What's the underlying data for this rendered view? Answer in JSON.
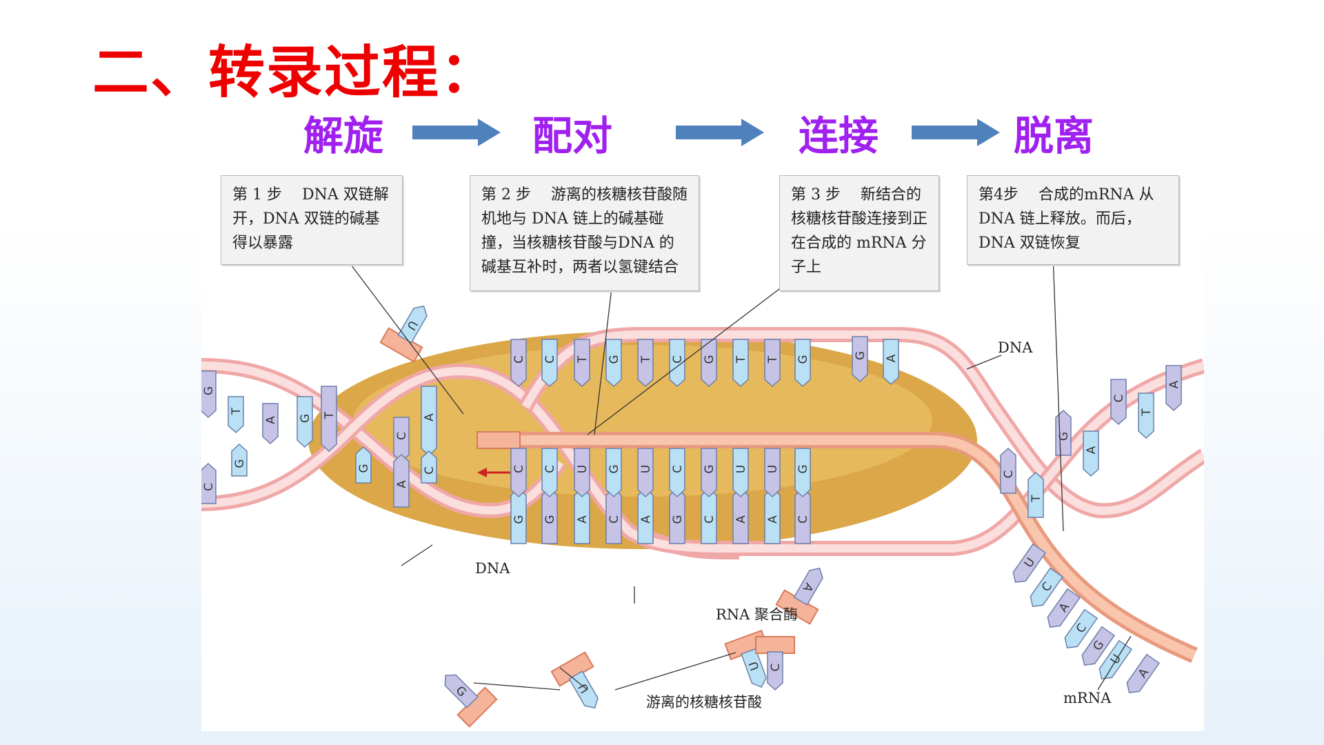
{
  "title": "二、转录过程：",
  "steps": [
    {
      "label": "解旋"
    },
    {
      "label": "配对"
    },
    {
      "label": "连接"
    },
    {
      "label": "脱离"
    }
  ],
  "colors": {
    "title": "#ee0000",
    "step_label": "#a020f0",
    "arrow": "#4f81bd",
    "dna_strand": "#f4b6b6",
    "mrna_strand": "#f5b39a",
    "nucleotide_blue": "#b9e0f5",
    "nucleotide_purple": "#c7c3e6",
    "polymerase": "#d9a23e"
  },
  "boxes": [
    {
      "text": "第 1 步　 DNA 双链解开，DNA 双链的碱基得以暴露"
    },
    {
      "text": "第 2 步　 游离的核糖核苷酸随机地与 DNA 链上的碱基碰撞，当核糖核苷酸与DNA 的碱基互补时，两者以氢键结合"
    },
    {
      "text": "第 3 步　 新结合的核糖核苷酸连接到正在合成的 mRNA 分子上"
    },
    {
      "text": "第4步　 合成的mRNA 从 DNA 链上释放。而后，DNA 双链恢复"
    }
  ],
  "labels": {
    "dna_right": "DNA",
    "dna_left": "DNA",
    "rna_polymerase": "RNA 聚合酶",
    "free_nucleotides": "游离的核糖核苷酸",
    "mrna": "mRNA"
  },
  "bases": {
    "top_strand": [
      "C",
      "C",
      "T",
      "G",
      "T",
      "C",
      "G",
      "T",
      "T",
      "G"
    ],
    "template_strand": [
      "G",
      "G",
      "A",
      "C",
      "A",
      "G",
      "C",
      "A",
      "A",
      "C"
    ],
    "mrna_in_bubble": [
      "C",
      "C",
      "U",
      "G",
      "U",
      "C",
      "G",
      "U",
      "U",
      "G"
    ],
    "left_helix": [
      "G",
      "T",
      "A",
      "G",
      "T",
      "G",
      "C",
      "A",
      "C",
      "G",
      "A",
      "C"
    ],
    "right_helix": [
      "G",
      "A",
      "C",
      "T",
      "G",
      "A",
      "C",
      "T",
      "A"
    ],
    "mrna_tail": [
      "U",
      "C",
      "A",
      "C",
      "G",
      "U",
      "A"
    ],
    "free": [
      "U",
      "G",
      "U",
      "A",
      "U",
      "C"
    ]
  }
}
